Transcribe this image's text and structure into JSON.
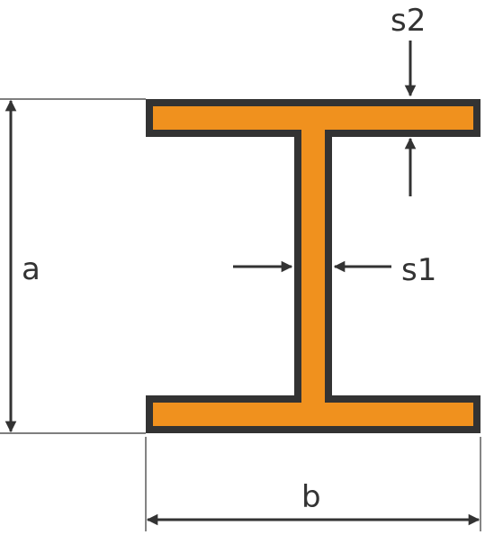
{
  "labels": {
    "height": "a",
    "width": "b",
    "web_thickness": "s1",
    "flange_thickness": "s2"
  },
  "colors": {
    "beam_fill": "#F0911E",
    "outline": "#333333",
    "background": "#FFFFFF"
  }
}
